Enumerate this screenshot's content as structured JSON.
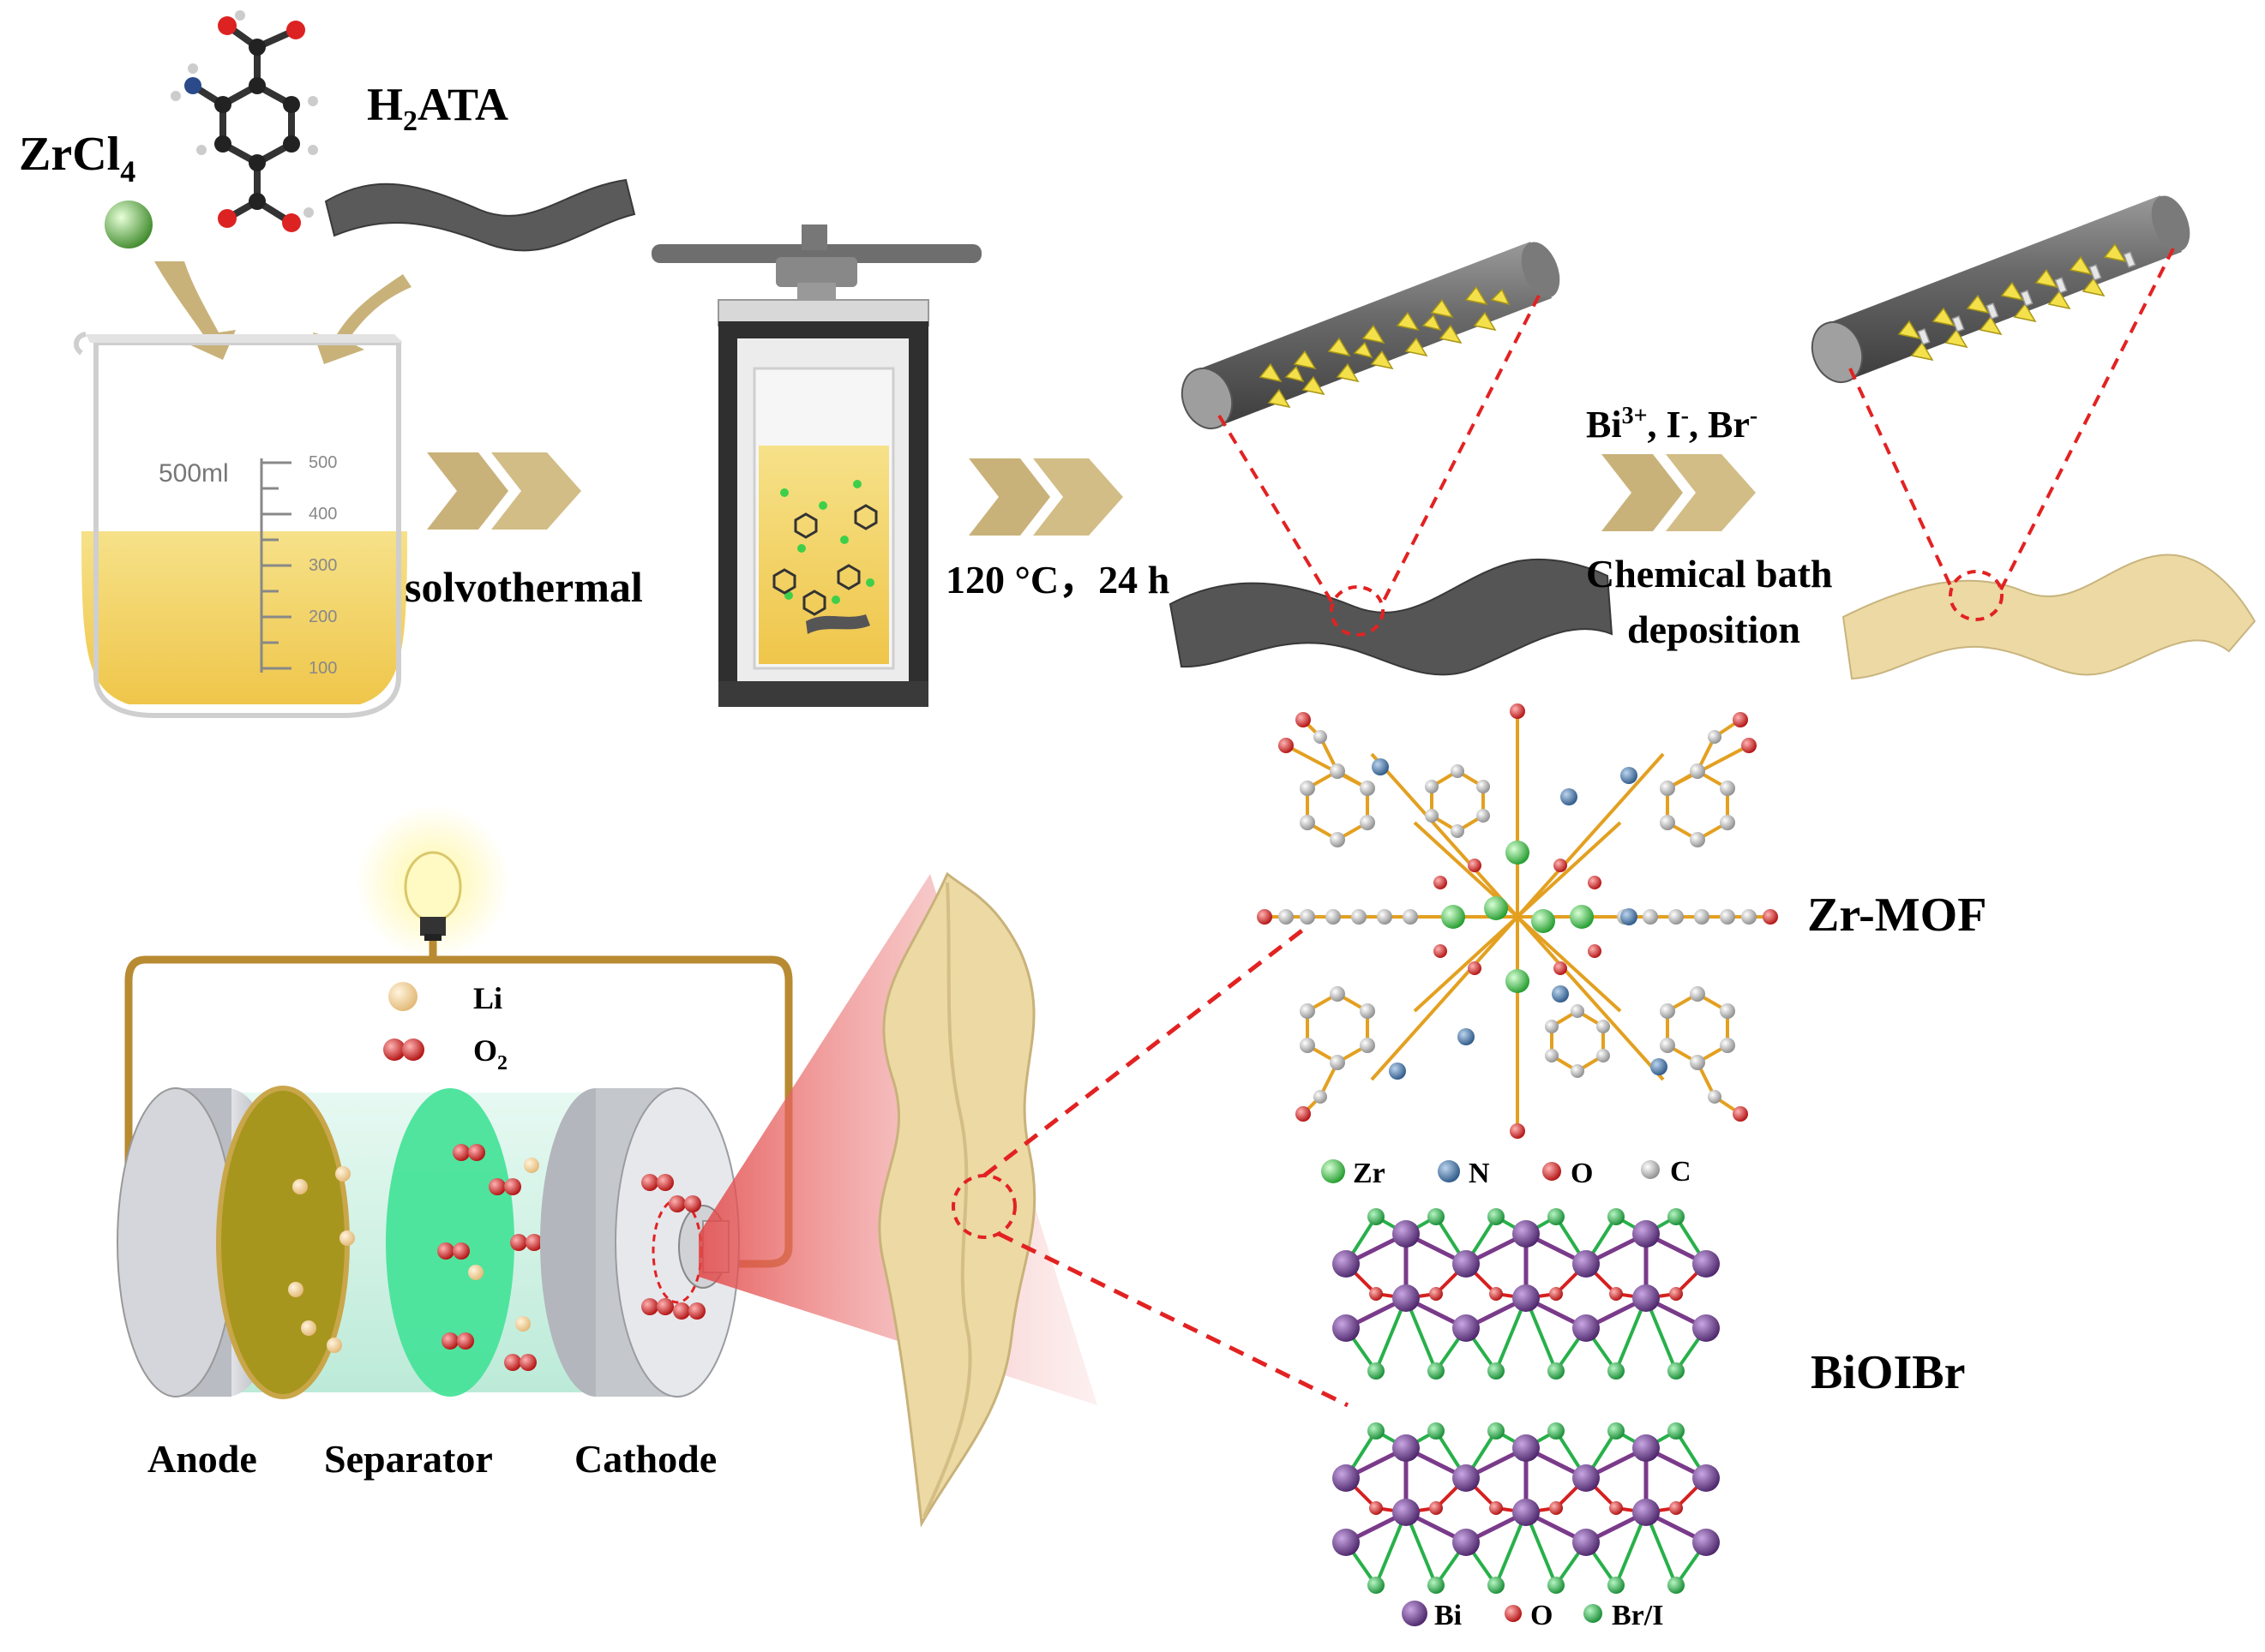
{
  "labels": {
    "zrcl4": "ZrCl",
    "zrcl4_sub": "4",
    "h2ata_h": "H",
    "h2ata_sub": "2",
    "h2ata_rest": "ATA",
    "beaker_volume": "500ml",
    "beaker_ticks": [
      "500",
      "400",
      "300",
      "200",
      "100"
    ],
    "step1": "solvothermal",
    "step2": "120 °C，24 h",
    "ions_bi": "Bi",
    "ions_bi_sup": "3+",
    "ions_i": ", I",
    "ions_i_sup": "-",
    "ions_br": ", Br",
    "ions_br_sup": "-",
    "step3_line1": "Chemical bath",
    "step3_line2": "deposition",
    "legend_li": "Li",
    "legend_o2": "O",
    "legend_o2_sub": "2",
    "anode": "Anode",
    "separator": "Separator",
    "cathode": "Cathode",
    "mof": "Zr-MOF",
    "mof_legend": [
      "Zr",
      "N",
      "O",
      "C"
    ],
    "bioibr": "BiOIBr",
    "bioibr_legend": [
      "Bi",
      "O",
      "Br/I"
    ]
  },
  "colors": {
    "arrow": "#c9b27a",
    "solution": "#f3d774",
    "cloth_dark": "#545454",
    "cloth_light": "#ecd9a4",
    "nanoparticle": "#f4e04a",
    "zr": "#3ecf4a",
    "n": "#3b6ea5",
    "o": "#d62020",
    "c": "#bdbdbd",
    "bi": "#6b3e8e",
    "br_i": "#28b04a",
    "separator": "#48e39a",
    "anode": "#a7961d",
    "wire": "#b88a32",
    "dashed": "#e22222"
  }
}
